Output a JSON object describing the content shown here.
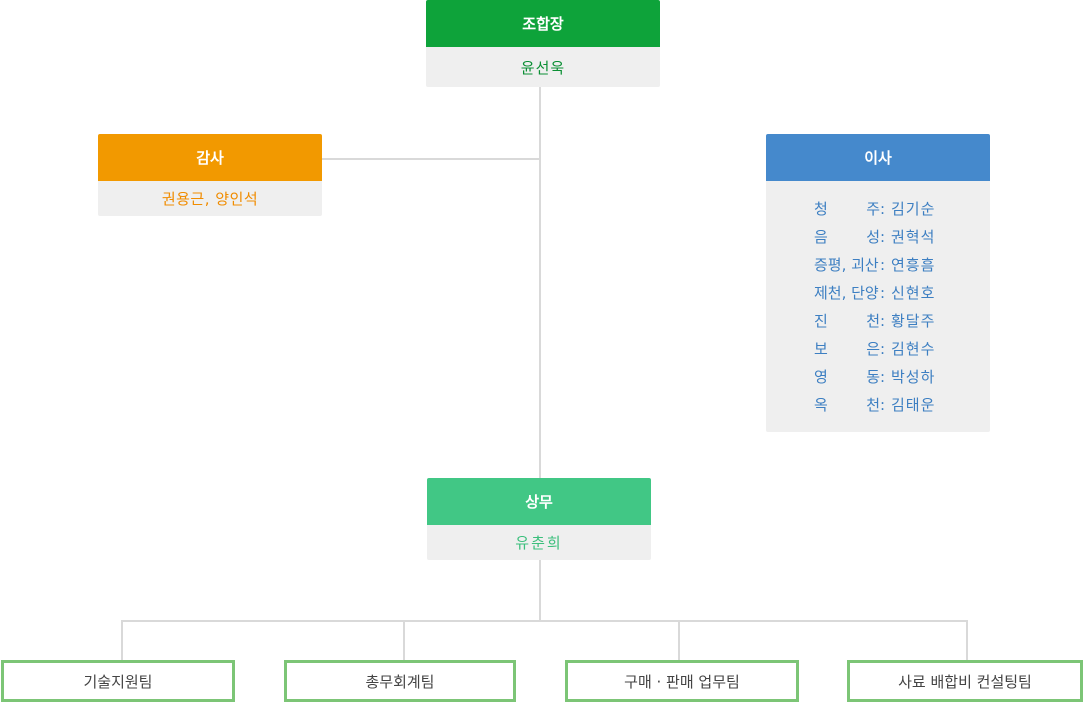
{
  "chief": {
    "title": "조합장",
    "name": "윤선욱"
  },
  "audit": {
    "title": "감사",
    "names": "권용근, 양인석"
  },
  "director": {
    "title": "이사",
    "members": [
      {
        "region": "청 주",
        "spread": true,
        "name": "김기순"
      },
      {
        "region": "음 성",
        "spread": true,
        "name": "권혁석"
      },
      {
        "region": "증평, 괴산",
        "spread": false,
        "name": "연흥흠"
      },
      {
        "region": "제천, 단양",
        "spread": false,
        "name": "신현호"
      },
      {
        "region": "진 천",
        "spread": true,
        "name": "황달주"
      },
      {
        "region": "보 은",
        "spread": true,
        "name": "김현수"
      },
      {
        "region": "영 동",
        "spread": true,
        "name": "박성하"
      },
      {
        "region": "옥 천",
        "spread": true,
        "name": "김태운"
      }
    ]
  },
  "managing": {
    "title": "상무",
    "name": "유춘희"
  },
  "teams": [
    "기술지원팀",
    "총무회계팀",
    "구매 · 판매 업무팀",
    "사료 배합비 컨설팅팀"
  ],
  "colors": {
    "chief": "#0ea33a",
    "audit": "#f29900",
    "director": "#4589cc",
    "managing": "#41c785",
    "team_border": "#7cc576",
    "connector": "#d9d9d9"
  }
}
